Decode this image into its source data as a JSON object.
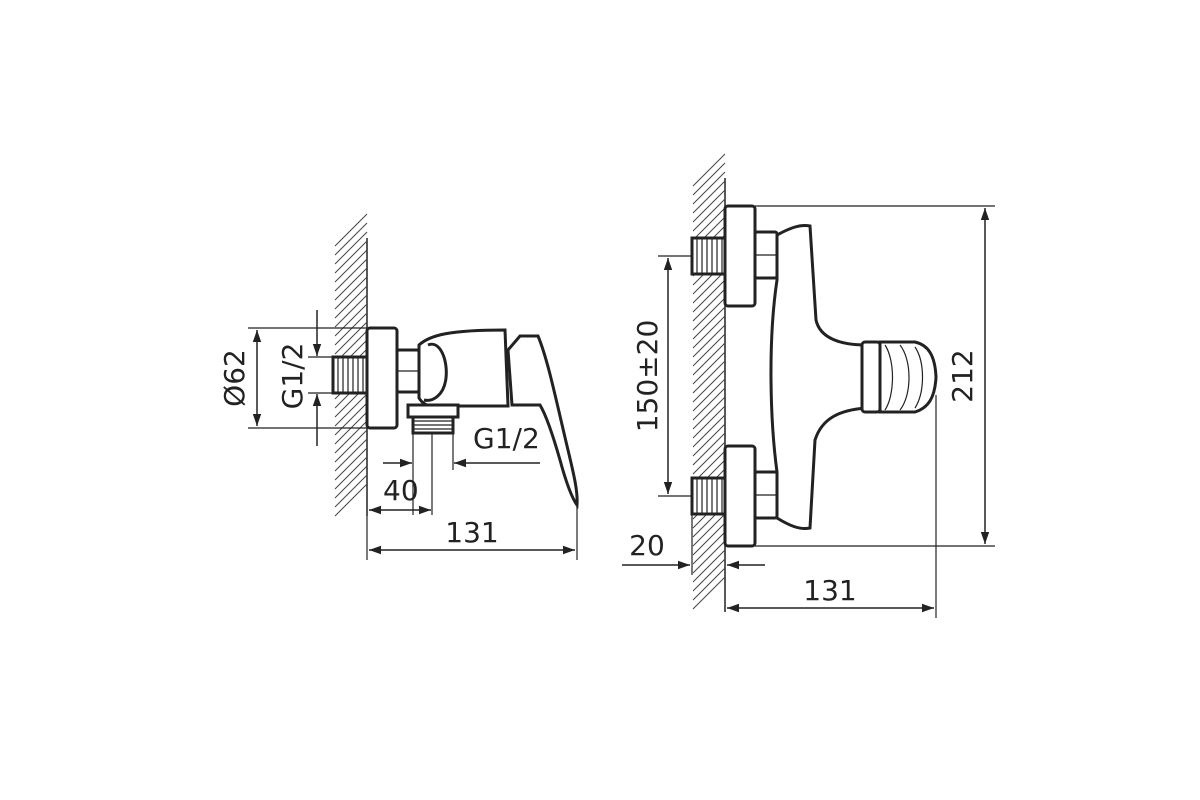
{
  "side_view": {
    "diameter_label": "Ø62",
    "inlet_thread_label": "G1/2",
    "outlet_thread_label": "G1/2",
    "outlet_offset_label": "40",
    "depth_label": "131"
  },
  "front_view": {
    "inlet_spacing_label": "150±20",
    "height_label": "212",
    "wall_offset_label": "20",
    "depth_label": "131"
  },
  "colors": {
    "line": "#222222",
    "background": "#ffffff"
  }
}
